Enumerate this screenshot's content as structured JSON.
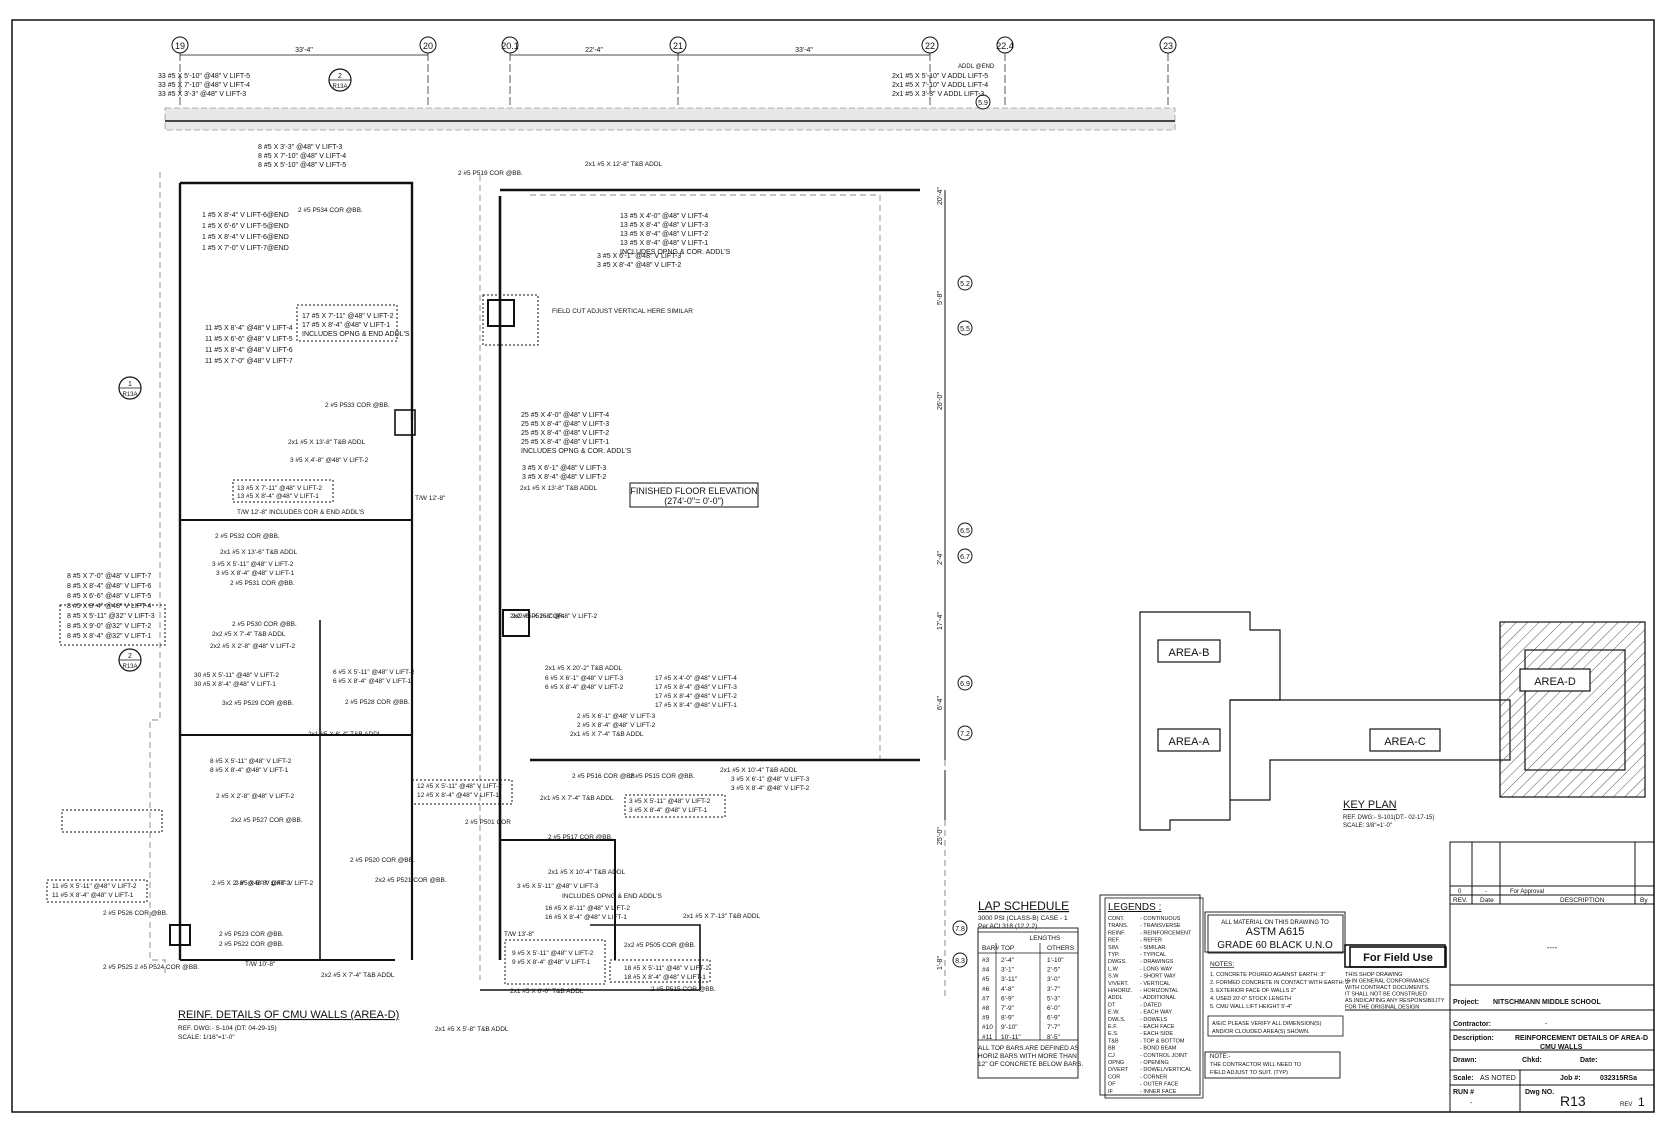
{
  "grid_bubbles": [
    "19",
    "20",
    "20.1",
    "21",
    "22",
    "22.4",
    "23"
  ],
  "grid_dims": [
    "33'-4\"",
    "22'-4\"",
    "33'-4\""
  ],
  "side_bubbles": [
    "5.2",
    "5.5",
    "6.5",
    "6.7",
    "6.9",
    "7.2",
    "7.8",
    "8.3",
    "5.9"
  ],
  "side_dims": [
    "20'-4\"",
    "5'-8\"",
    "26'-0\"",
    "2'-4\"",
    "17'-4\"",
    "6'-4\"",
    "25'-0\"",
    "1'-8\""
  ],
  "section_marks": [
    {
      "num": "2",
      "sheet": "R13A"
    },
    {
      "num": "1",
      "sheet": "R13A"
    },
    {
      "num": "2",
      "sheet": "R13A"
    }
  ],
  "callouts_top_left": [
    "33 #5 X 5'-10\" @48\" V LIFT-5",
    "33 #5 X 7'-10\" @48\" V LIFT-4",
    "33 #5 X 3'-3\" @48\" V LIFT-3"
  ],
  "callouts_top_right": [
    "2x1 #5 X 5'-10\" V ADDL LIFT-5",
    "2x1 #5 X 7'-10\" V ADDL LIFT-4",
    "2x1 #5 X 3'-3\" V ADDL LIFT-3",
    "ADDL @END"
  ],
  "callouts_upper": [
    "8 #5 X 3'-3\" @48\" V LIFT-3",
    "8 #5 X 7'-10\" @48\" V LIFT-4",
    "8 #5 X 5'-10\" @48\" V LIFT-5"
  ],
  "callouts_lift_end": [
    "1 #5 X 8'-4\" V LIFT-6@END",
    "1 #5 X 6'-6\" V LIFT-5@END",
    "1 #5 X 8'-4\" V LIFT-6@END",
    "1 #5 X 7'-0\" V LIFT-7@END"
  ],
  "callouts_left_mid": [
    "11 #5 X 8'-4\" @48\" V LIFT-4",
    "11 #5 X 6'-6\" @48\" V LIFT-5",
    "11 #5 X 8'-4\" @48\" V LIFT-6",
    "11 #5 X 7'-0\" @48\" V LIFT-7"
  ],
  "callouts_center_box": [
    "17 #5 X 7'-11\" @48\" V LIFT-2",
    "17 #5 X 8'-4\" @48\" V LIFT-1",
    "INCLUDES OPNG & END ADDL'S"
  ],
  "callouts_right_top": [
    "13 #5 X 4'-0\" @48\" V LIFT-4",
    "13 #5 X 8'-4\" @48\" V LIFT-3",
    "13 #5 X 8'-4\" @48\" V LIFT-2",
    "13 #5 X 8'-4\" @48\" V LIFT-1",
    "INCLUDES OPNG & COR. ADDL'S"
  ],
  "callouts_right_top2": [
    "3 #5 X 6'-1\" @48\" V LIFT-3",
    "3 #5 X 8'-4\" @48\" V LIFT-2"
  ],
  "callouts_25": [
    "25 #5 X 4'-0\" @48\" V LIFT-4",
    "25 #5 X 8'-4\" @48\" V LIFT-3",
    "25 #5 X 8'-4\" @48\" V LIFT-2",
    "25 #5 X 8'-4\" @48\" V LIFT-1",
    "INCLUDES OPNG & COR. ADDL'S"
  ],
  "callouts_3b": [
    "3 #5 X 6'-1\" @48\" V LIFT-3",
    "3 #5 X 8'-4\" @48\" V LIFT-2"
  ],
  "callouts_left_stack": [
    "8 #5 X 7'-0\" @48\" V LIFT-7",
    "8 #5 X 8'-4\" @48\" V LIFT-6",
    "8 #5 X 6'-6\" @48\" V LIFT-5",
    "8 #5 X 8'-4\" @48\" V LIFT-4",
    "8 #5 X 5'-11\" @32\" V LIFT-3",
    "8 #5 X 9'-0\" @32\" V LIFT-2",
    "8 #5 X 8'-4\" @32\" V LIFT-1"
  ],
  "callouts_misc": [
    "2 #5 P519 COR @BB.",
    "2x1 #5 X 12'-8\" T&B ADDL",
    "2 #5 P534 COR @BB.",
    "FIELD CUT ADJUST VERTICAL HERE SIMILAR",
    "2 #5 P533 COR @BB.",
    "2x1 #5 X 13'-8\" T&B ADDL",
    "3 #5 X 4'-8\" @48\" V LIFT-2",
    "13 #5 X 7'-11\" @48\" V LIFT-2",
    "13 #5 X 8'-4\" @48\" V LIFT-1",
    "T/W 12'-8\" INCLUDES COR & END ADDL'S",
    "2x1 #5 X 13'-8\" T&B ADDL",
    "2 #5 P532 COR @BB.",
    "2x1 #5 X 13'-6\" T&B ADDL",
    "3 #5 X 5'-11\" @48\" V LIFT-2",
    "3 #5 X 8'-4\" @48\" V LIFT-1",
    "2 #5 P531 COR @BB.",
    "2x2 #5 X 2'-8\" @48\" V LIFT-2",
    "2x2 #5 P516 COR.",
    "2 #5 P530 COR @BB.",
    "2x2 #5 X 7'-4\" T&B ADDL",
    "2x2 #5 X 2'-8\" @48\" V LIFT-2",
    "30 #5 X 5'-11\" @48\" V LIFT-2",
    "30 #5 X 8'-4\" @48\" V LIFT-1",
    "6 #5 X 5'-11\" @48\" V LIFT-2",
    "6 #5 X 8'-4\" @48\" V LIFT-1",
    "3x2 #5 P529 COR @BB.",
    "2 #5 P528 COR @BB.",
    "2x1 #5 X 20'-2\" T&B ADDL",
    "6 #5 X 6'-1\" @48\" V LIFT-3",
    "6 #5 X 8'-4\" @48\" V LIFT-2",
    "17 #5 X 4'-0\" @48\" V LIFT-4",
    "17 #5 X 8'-4\" @48\" V LIFT-3",
    "17 #5 X 8'-4\" @48\" V LIFT-2",
    "17 #5 X 8'-4\" @48\" V LIFT-1",
    "2 #5 X 6'-1\" @48\" V LIFT-3",
    "2 #5 X 8'-4\" @48\" V LIFT-2",
    "2x1 #5 X 7'-4\" T&B ADDL",
    "2x1 #5 X 6'-4\" T&B ADDL",
    "8 #5 X 5'-11\" @48\" V LIFT-2",
    "8 #5 X 8'-4\" @48\" V LIFT-1",
    "2 #5 X 2'-8\" @48\" V LIFT-2",
    "12 #5 X 5'-11\" @48\" V LIFT-2",
    "12 #5 X 8'-4\" @48\" V LIFT-1",
    "2 #5 P516 COR @BB.",
    "2x1 #5 X 10'-4\" T&B ADDL",
    "3 #5 X 6'-1\" @48\" V LIFT-3",
    "3 #5 X 8'-4\" @48\" V LIFT-2",
    "2 #5 P515 COR @BB.",
    "2x1 #5 X 7'-4\" T&B ADDL",
    "3 #5 X 5'-11\" @48\" V LIFT-2",
    "3 #5 X 8'-4\" @48\" V LIFT-1",
    "2x2 #5 P527 COR @BB.",
    "2 #5 P501 COR",
    "2 #5 P517 COR @BB.",
    "2 #5 X 5'-8\" @48\" V LIFT-2",
    "2 #5 P520 COR @BB.",
    "2x2 #5 P521 COR @BB.",
    "2 #5 X 2'-8\" @48\" V LIFT-2",
    "11 #5 X 5'-11\" @48\" V LIFT-2",
    "11 #5 X 8'-4\" @48\" V LIFT-1",
    "2x1 #5 X 10'-4\" T&B ADDL",
    "3 #5 X 5'-11\" @48\" V LIFT-3",
    "INCLUDES OPNG & END ADDL'S",
    "2 #5 P526 COR @BB.",
    "2 #5 P523 COR @BB.",
    "2 #5 P522 COR @BB.",
    "2 #5 P525 2 #5 P524 COR @BB.",
    "2x2 #5 X 7'-4\" T&B ADDL",
    "16 #5 X 8'-11\" @48\" V LIFT-2",
    "16 #5 X 8'-4\" @48\" V LIFT-1",
    "2x1 #5 X 7'-13\" T&B ADDL",
    "2x2 #5 P505 COR @BB.",
    "9 #5 X 5'-11\" @48\" V LIFT-2",
    "9 #5 X 8'-4\" @48\" V LIFT-1",
    "18 #5 X 5'-11\" @48\" V LIFT-2",
    "18 #5 X 8'-4\" @48\" V LIFT-1",
    "2x1 #5 X 6'-0\" T&B ADDL",
    "2x1 #5 X 5'-8\" T&B ADDL",
    "2 #5 P515 COR @BB.",
    "T/W 10'-8\"",
    "T/W 12'-8\"",
    "T/W 13'-8\""
  ],
  "center_label": [
    "FINISHED FLOOR ELEVATION",
    "(274'-0\"= 0'-0\")"
  ],
  "key_plan": {
    "areas": [
      "AREA-B",
      "AREA-A",
      "AREA-C",
      "AREA-D"
    ],
    "title": "KEY PLAN",
    "ref": "REF. DWG:- S-101(DT:- 02-17-15)",
    "scale": "SCALE: 3/8\"=1'-0\""
  },
  "main_title": {
    "title": "REINF. DETAILS OF CMU WALLS (AREA-D)",
    "ref": "REF. DWG:- S-104 (DT: 04-29-15)",
    "scale": "SCALE: 1/16\"=1'-0\""
  },
  "lap_schedule": {
    "title": "LAP SCHEDULE",
    "note1": "3000 PSI (CLASS-B) CASE - 1",
    "note2": "Per ACI 318 (12.2.2)",
    "group_header": "LENGTHS",
    "headers": [
      "BAR#",
      "TOP",
      "OTHERS"
    ],
    "rows": [
      [
        "#3",
        "2'-4\"",
        "1'-10\""
      ],
      [
        "#4",
        "3'-1\"",
        "2'-5\""
      ],
      [
        "#5",
        "3'-11\"",
        "3'-0\""
      ],
      [
        "#6",
        "4'-8\"",
        "3'-7\""
      ],
      [
        "#7",
        "6'-9\"",
        "5'-3\""
      ],
      [
        "#8",
        "7'-9\"",
        "6'-0\""
      ],
      [
        "#9",
        "8'-9\"",
        "6'-9\""
      ],
      [
        "#10",
        "9'-10\"",
        "7'-7\""
      ],
      [
        "#11",
        "10'-11\"",
        "8'-5\""
      ]
    ],
    "footnote": [
      "ALL TOP BARS ARE DEFINED AS",
      "HORIZ BARS WITH MORE THAN",
      "12\" OF CONCRETE BELOW BARS."
    ]
  },
  "legends": {
    "title": "LEGENDS :",
    "items": [
      [
        "CONT.",
        "- CONTINUOUS"
      ],
      [
        "TRANS.",
        "- TRANSVERSE"
      ],
      [
        "REINF.",
        "- REINFORCEMENT"
      ],
      [
        "REF.",
        "- REFER"
      ],
      [
        "SIM.",
        "- SIMILAR"
      ],
      [
        "TYP.",
        "- TYPICAL"
      ],
      [
        "DWGS.",
        "- DRAWINGS"
      ],
      [
        "L.W",
        "- LONG WAY"
      ],
      [
        "S.W",
        "- SHORT WAY"
      ],
      [
        "V/VERT.",
        "- VERTICAL"
      ],
      [
        "H/HORIZ.",
        "- HORIZONTAL"
      ],
      [
        "ADDL",
        "- ADDITIONAL"
      ],
      [
        "DT",
        "- DATED"
      ],
      [
        "E.W.",
        "- EACH WAY"
      ],
      [
        "DWLS.",
        "- DOWELS"
      ],
      [
        "E.F.",
        "- EACH FACE"
      ],
      [
        "E.S.",
        "- EACH SIDE"
      ],
      [
        "T&B",
        "- TOP & BOTTOM"
      ],
      [
        "BB",
        "- BOND BEAM"
      ],
      [
        "CJ",
        "- CONTROL JOINT"
      ],
      [
        "OPNG",
        "- OPENING"
      ],
      [
        "D/VERT",
        "- DOWEL/VERTICAL"
      ],
      [
        "COR",
        "- CORNER"
      ],
      [
        "OF",
        "- OUTER FACE"
      ],
      [
        "IF",
        "- INNER FACE"
      ]
    ]
  },
  "material_box": {
    "line1": "ALL MATERIAL ON THIS DRAWING TO",
    "line2": "ASTM A615",
    "line3": "GRADE 60 BLACK U.N.O"
  },
  "notes": {
    "title": "NOTES:",
    "items": [
      "1. CONCRETE POURED AGAINST EARTH: 3\"",
      "2. FORMED CONCRETE IN CONTACT WITH EARTH: 2\"",
      "3. EXTERIOR FACE OF WALLS 2\"",
      "4. USED 20'-0\" STOCK LENGTH",
      "5. CMU WALL LIFT HEIGHT 5'-4\""
    ],
    "verify": [
      "A/E/C PLEASE VERIFY ALL DIMENSION(S)",
      "AND/OR CLOUDED AREA(S) SHOWN."
    ],
    "note_title": "NOTE:-",
    "note_text": [
      "THE CONTRACTOR WILL NEED TO",
      "FIELD ADJUST TO SUIT. (TYP)"
    ]
  },
  "stamp": {
    "label": "For Field Use",
    "text": [
      "THIS SHOP DRAWING",
      "IS IN GENERAL CONFORMANCE",
      "WITH CONTRACT DOCUMENTS.",
      "IT SHALL NOT BE CONSTRUED",
      "AS INDICATING ANY RESPONSIBILITY",
      "FOR THE ORIGINAL DESIGN"
    ]
  },
  "title_block": {
    "rev_row": [
      "0",
      "-",
      "For Approval",
      ""
    ],
    "rev_headers": [
      "REV.",
      "Date",
      "DESCRIPTION",
      "By"
    ],
    "dashes": "----",
    "project_label": "Project:",
    "project": "NITSCHMANN MIDDLE SCHOOL",
    "contractor_label": "Contractor:",
    "contractor": "-",
    "description_label": "Description:",
    "description": [
      "REINFORCEMENT DETAILS OF AREA-D",
      "CMU WALLS"
    ],
    "drawn_label": "Drawn:",
    "chkd_label": "Chkd:",
    "date_label": "Date:",
    "scale_label": "Scale:",
    "scale": "AS NOTED",
    "job_label": "Job #:",
    "job": "032315RSa",
    "run_label": "RUN #",
    "run": "-",
    "dwg_label": "Dwg NO.",
    "dwg": "R13",
    "rev_label": "REV",
    "rev": "1"
  }
}
